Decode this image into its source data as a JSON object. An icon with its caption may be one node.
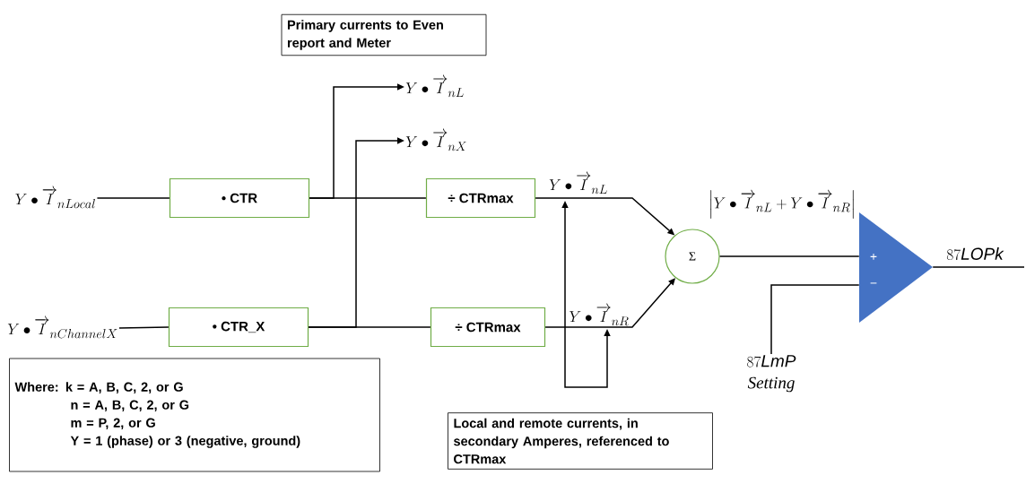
{
  "diagram": {
    "nodes": [
      {
        "text": [
          "Y\\bullet\\overrightarrow{I}_{nLocal}"
        ]
      },
      {
        "text": [
          "• CTR"
        ]
      },
      {
        "text": [
          "÷ CTRmax"
        ]
      },
      {
        "text": [
          "Y\\bullet\\overrightarrow{I}_{nChannelX}"
        ]
      },
      {
        "text": [
          "• CTR_X"
        ]
      },
      {
        "text": [
          "÷ CTRmax"
        ]
      },
      {
        "text": [
          "Σ"
        ]
      },
      {
        "text": [
          "+",
          "−"
        ]
      },
      {
        "text": [
          "87\\mathit{LmP}",
          "Setting"
        ]
      },
      {
        "text": [
          "Y\\bullet\\overrightarrow{I}_{nL}"
        ]
      },
      {
        "text": [
          "Y\\bullet\\overrightarrow{I}_{nX}"
        ]
      },
      {
        "text": [
          "Primary currents to Even report and Meter"
        ]
      },
      {
        "text": [
          "Where: k = A, B, C, 2, or G",
          "n = A, B, C, 2, or G",
          "m = P, 2, or G",
          "Y = 1 (phase) or 3 (negative, ground)"
        ]
      },
      {
        "text": [
          "Local and remote currents, in secondary Amperes, referenced to CTRmax"
        ]
      }
    ],
    "edges": [
      {
        "from": 0,
        "to": 1,
        "arrow": "none"
      },
      {
        "from": 1,
        "to": 2,
        "arrow": "none"
      },
      {
        "from": 1,
        "to": 9,
        "arrow": "to"
      },
      {
        "from": 3,
        "to": 4,
        "arrow": "none"
      },
      {
        "from": 4,
        "to": 5,
        "arrow": "none"
      },
      {
        "from": 4,
        "to": 10,
        "arrow": "to"
      },
      {
        "from": 2,
        "to": 6,
        "arrow": "to",
        "label": "Y\\bullet\\overrightarrow{I}_{nL}"
      },
      {
        "from": 5,
        "to": 6,
        "arrow": "to",
        "label": "Y\\bullet\\overrightarrow{I}_{nR}"
      },
      {
        "from": 6,
        "to": 7,
        "arrow": "none",
        "label": "\\left|Y\\bullet\\overrightarrow{I}_{nL}+Y\\bullet\\overrightarrow{I}_{nR}\\right|"
      },
      {
        "from": 8,
        "to": 7,
        "arrow": "none"
      },
      {
        "from": 7,
        "to": null,
        "arrow": "none",
        "label": "87\\mathit{LOPk}"
      }
    ]
  }
}
